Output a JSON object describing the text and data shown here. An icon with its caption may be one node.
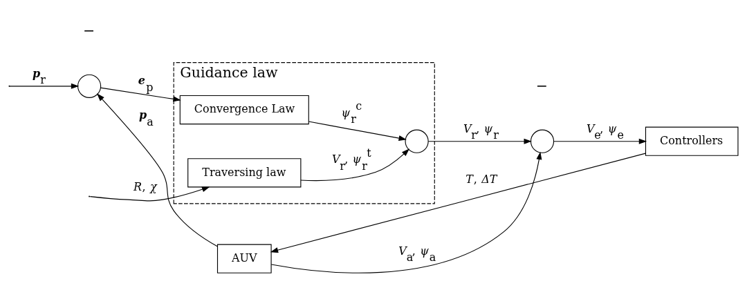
{
  "diagram": {
    "nodes": [
      {
        "text": [
          "Guidance law"
        ]
      },
      {
        "text": [
          "Traversing law"
        ],
        "in": 0
      },
      {
        "text": [
          "Convergence Law"
        ],
        "in": 0
      },
      {
        "text": [],
        "shape": "circle"
      },
      {
        "text": [],
        "shape": "circle",
        "in": 0
      },
      {
        "text": [],
        "shape": "circle"
      },
      {
        "text": [
          "Controllers"
        ]
      },
      {
        "text": [
          "AUV"
        ]
      }
    ],
    "edges": [
      {
        "from": null,
        "to": 3,
        "arrow": "to",
        "label": "**p**$_{r}$"
      },
      {
        "from": null,
        "to": 1,
        "arrow": "to",
        "label": "*R*, *χ*"
      },
      {
        "from": 3,
        "to": 2,
        "arrow": "to",
        "label": "**e**$_{p}$"
      },
      {
        "from": 1,
        "to": 4,
        "arrow": "to",
        "label": "*V*$_{r}$, *ψ*$_{r}$$^{t}$"
      },
      {
        "from": 2,
        "to": 4,
        "arrow": "to",
        "label": "*ψ*$_{r}$$^{c}$"
      },
      {
        "from": 4,
        "to": 5,
        "arrow": "to",
        "label": "*V*$_{r}$, *ψ*$_{r}$"
      },
      {
        "from": 5,
        "to": 6,
        "arrow": "to",
        "label": "*V*$_{e}$, *ψ*$_{e}$"
      },
      {
        "from": 6,
        "to": 7,
        "arrow": "to",
        "label": "*T*, *ΔT*"
      },
      {
        "from": 7,
        "to": 5,
        "arrow": "to",
        "label": "*V*$_{a}$, *ψ*$_{a}$"
      },
      {
        "from": 7,
        "to": 3,
        "arrow": "to",
        "label": "**p**$_{a}$"
      }
    ],
    "labels": [
      "−",
      "−"
    ]
  }
}
